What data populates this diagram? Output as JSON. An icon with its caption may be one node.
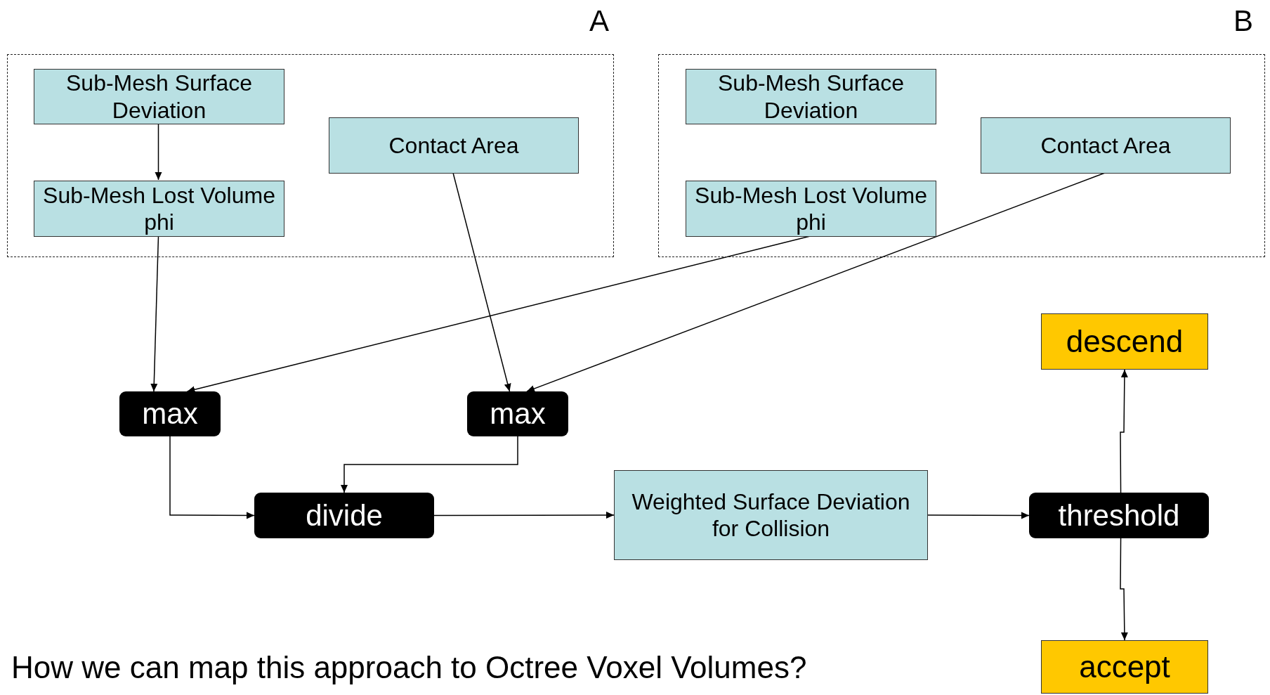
{
  "diagram": {
    "nodes": [
      {
        "text": [
          "A"
        ]
      },
      {
        "text": [
          "Sub-Mesh Surface Deviation"
        ],
        "in": 0
      },
      {
        "text": [
          "Sub-Mesh Lost Volume phi"
        ],
        "in": 0
      },
      {
        "text": [
          "Contact Area"
        ],
        "in": 0
      },
      {
        "text": [
          "B"
        ]
      },
      {
        "text": [
          "Sub-Mesh Surface Deviation"
        ],
        "in": 4
      },
      {
        "text": [
          "Sub-Mesh Lost Volume phi"
        ],
        "in": 4
      },
      {
        "text": [
          "Contact Area"
        ],
        "in": 4
      },
      {
        "text": [
          "max"
        ]
      },
      {
        "text": [
          "max"
        ]
      },
      {
        "text": [
          "divide"
        ]
      },
      {
        "text": [
          "Weighted Surface Deviation for Collision"
        ]
      },
      {
        "text": [
          "threshold"
        ]
      },
      {
        "text": [
          "descend"
        ]
      },
      {
        "text": [
          "accept"
        ]
      }
    ],
    "edges": [
      {
        "from": 1,
        "to": 2,
        "arrow": "to"
      },
      {
        "from": 2,
        "to": 8,
        "arrow": "to"
      },
      {
        "from": 6,
        "to": 8,
        "arrow": "to"
      },
      {
        "from": 3,
        "to": 9,
        "arrow": "to"
      },
      {
        "from": 7,
        "to": 9,
        "arrow": "to"
      },
      {
        "from": 8,
        "to": 10,
        "arrow": "to"
      },
      {
        "from": 9,
        "to": 10,
        "arrow": "to"
      },
      {
        "from": 10,
        "to": 11,
        "arrow": "to"
      },
      {
        "from": 11,
        "to": 12,
        "arrow": "to"
      },
      {
        "from": 12,
        "to": 13,
        "arrow": "to"
      },
      {
        "from": 12,
        "to": 14,
        "arrow": "to"
      }
    ],
    "labels": [
      "How we can map this approach to Octree Voxel Volumes?"
    ]
  }
}
